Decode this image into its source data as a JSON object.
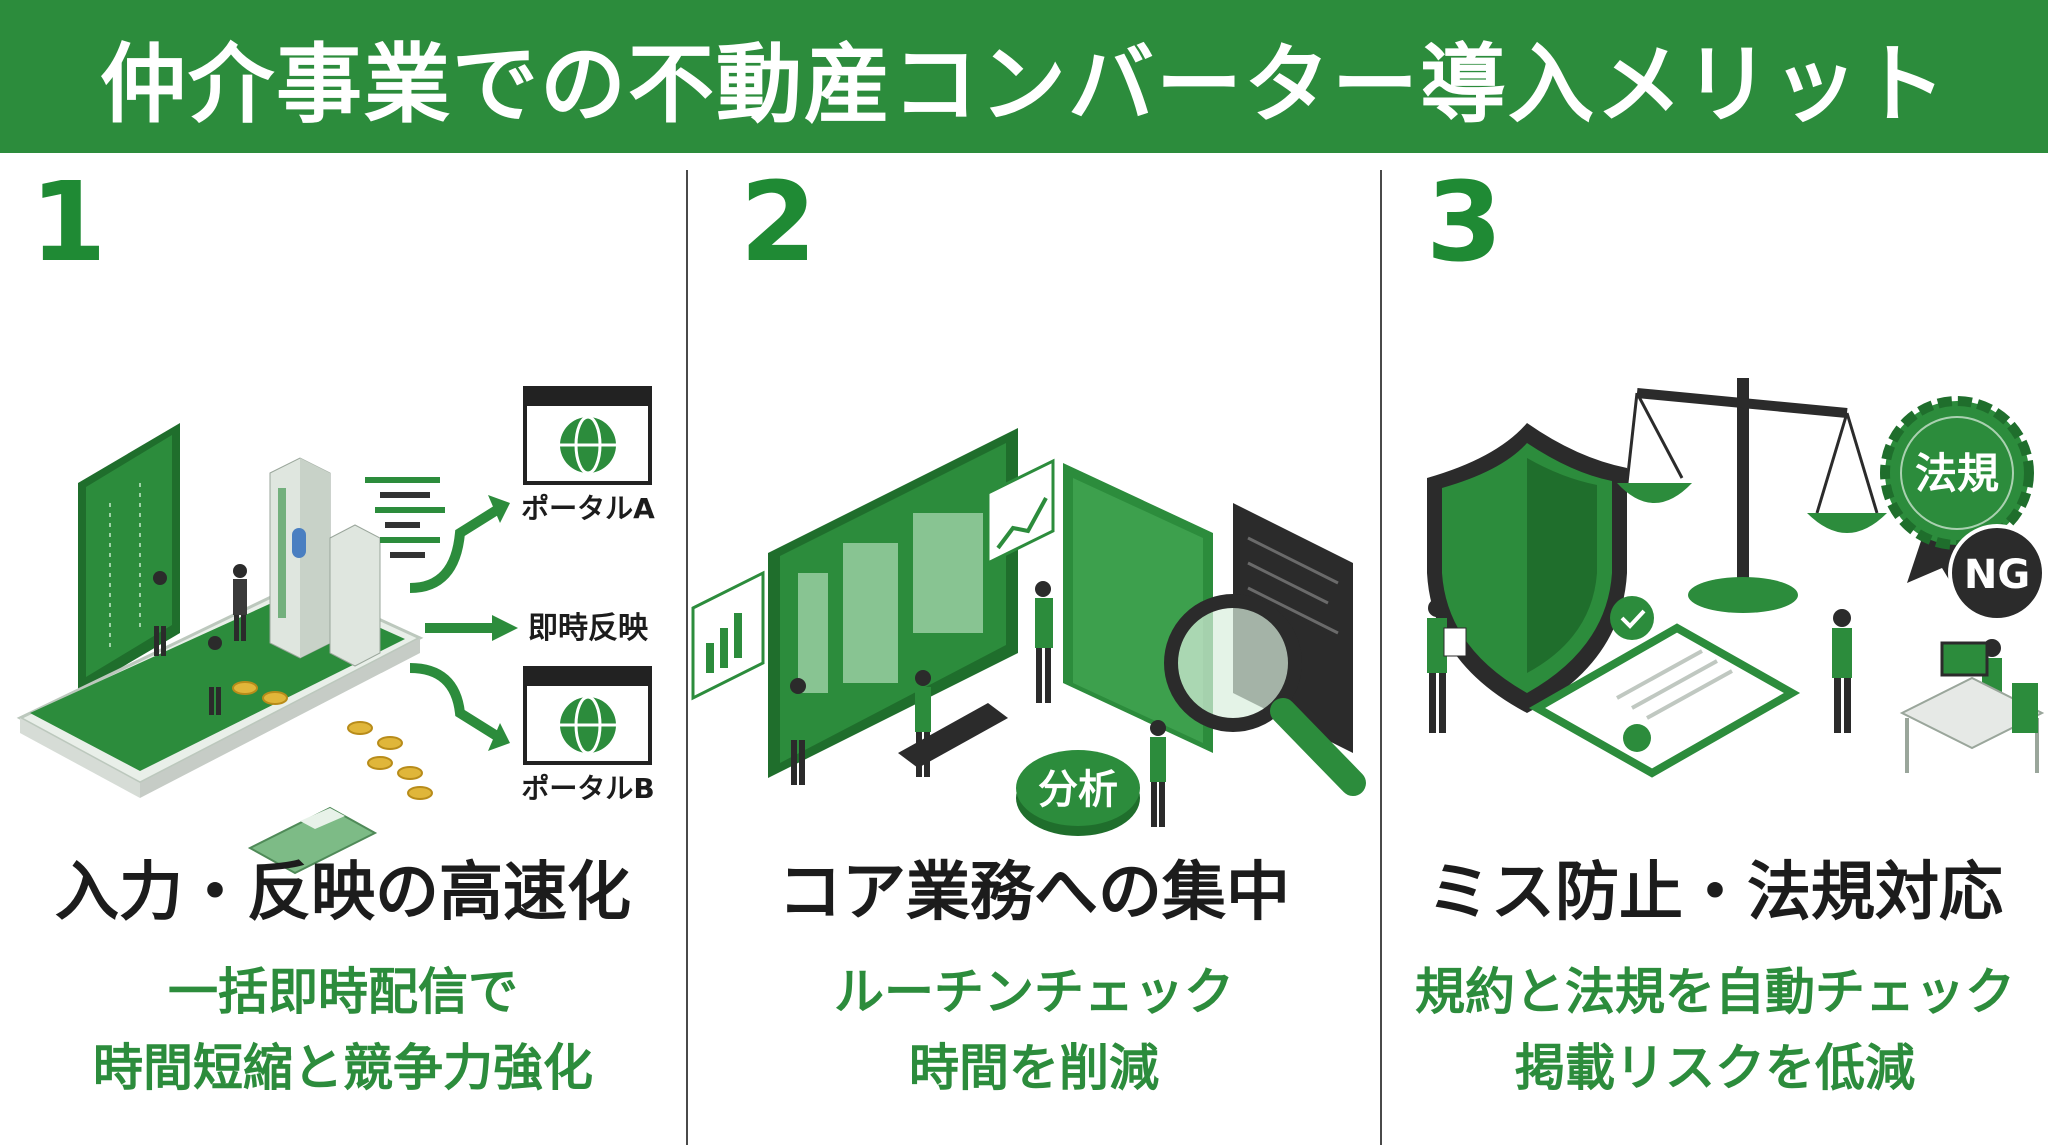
{
  "title": "仲介事業での不動産コンバーター導入メリット",
  "colors": {
    "brand_green": "#2c8c3c",
    "dark_green": "#1f6e2c",
    "text_dark": "#1c1c1c"
  },
  "panels": [
    {
      "number": "1",
      "heading": "入力・反映の高速化",
      "sub_line1": "一括即時配信で",
      "sub_line2": "時間短縮と競争力強化",
      "labels": {
        "portal_a": "ポータルA",
        "instant": "即時反映",
        "portal_b": "ポータルB"
      },
      "icons": [
        "smartphone-icon",
        "building-icon",
        "globe-icon",
        "coin-icon",
        "calculator-icon"
      ]
    },
    {
      "number": "2",
      "heading": "コア業務への集中",
      "sub_line1": "ルーチンチェック",
      "sub_line2": "時間を削減",
      "labels": {
        "analysis": "分析"
      },
      "icons": [
        "monitor-icon",
        "chart-icon",
        "magnifier-icon"
      ]
    },
    {
      "number": "3",
      "heading": "ミス防止・法規対応",
      "sub_line1": "規約と法規を自動チェック",
      "sub_line2": "掲載リスクを低減",
      "labels": {
        "seal": "法規",
        "ng": "NG"
      },
      "icons": [
        "shield-icon",
        "scales-icon",
        "seal-icon",
        "document-icon",
        "desk-icon"
      ]
    }
  ]
}
